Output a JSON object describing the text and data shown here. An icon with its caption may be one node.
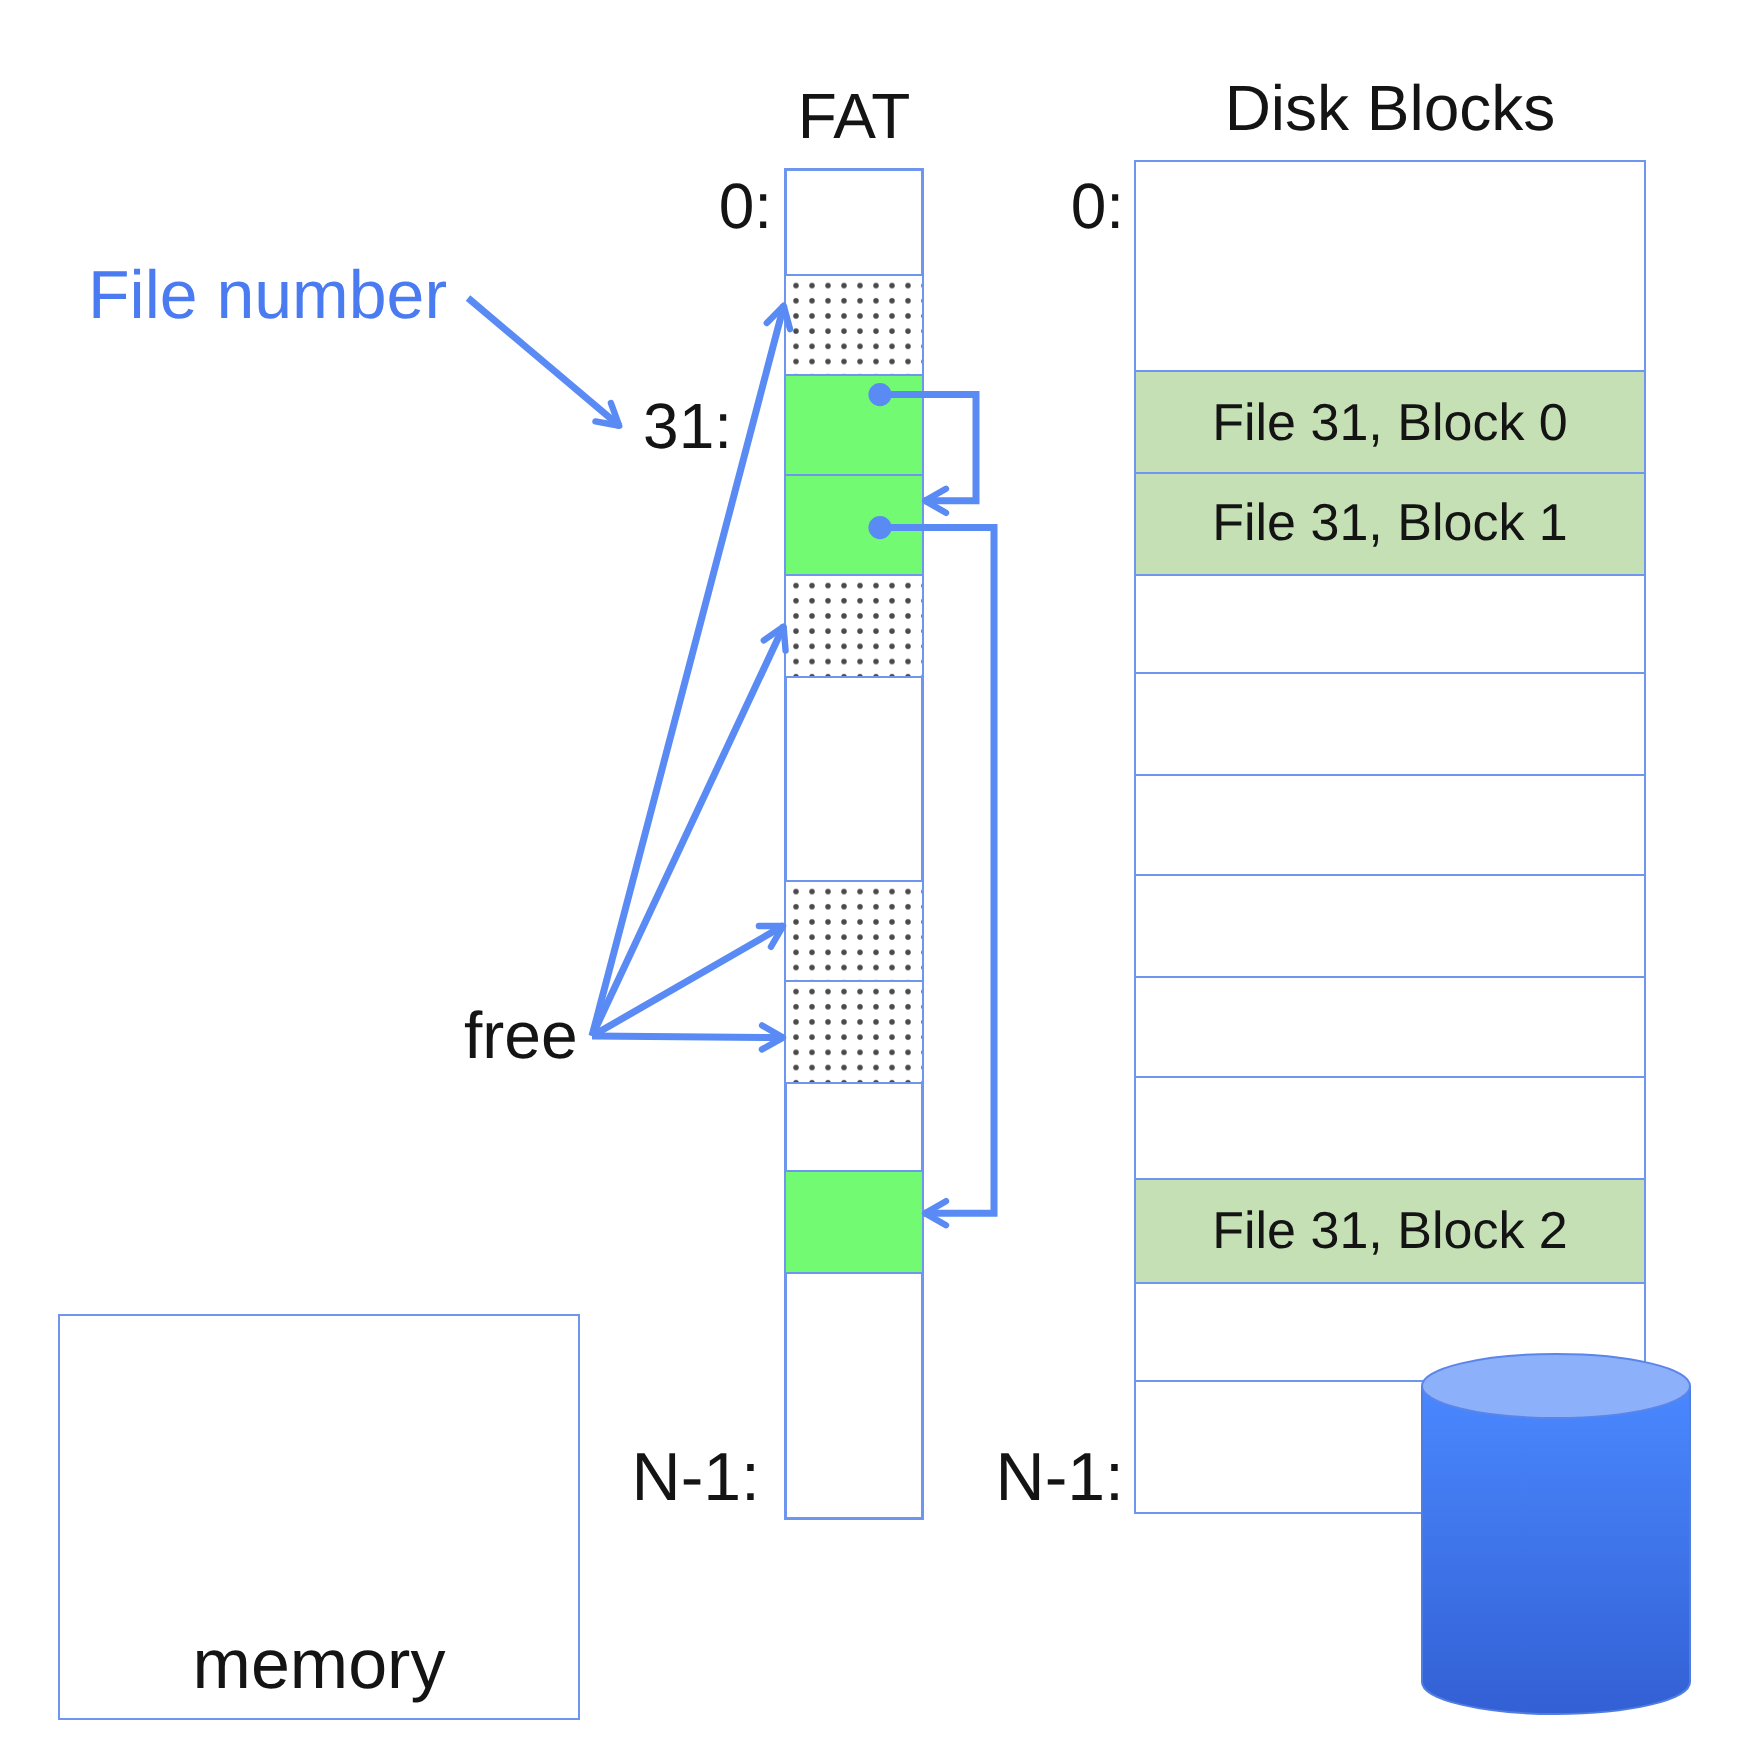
{
  "diagram": {
    "nodes": [
      {
        "text": [
          "File number"
        ]
      },
      {
        "text": [
          "FAT"
        ]
      },
      {
        "text": [],
        "shape": "box",
        "in": 1
      },
      {
        "text": [],
        "shape": "box",
        "in": 1
      },
      {
        "text": [],
        "shape": "box",
        "in": 1
      },
      {
        "text": [],
        "shape": "box",
        "in": 1
      },
      {
        "text": [],
        "shape": "box",
        "in": 1
      },
      {
        "text": [],
        "shape": "box",
        "in": 1
      },
      {
        "text": [],
        "shape": "box",
        "in": 1
      },
      {
        "text": [
          "31:"
        ]
      },
      {
        "text": [
          "free"
        ]
      },
      {
        "text": [
          "Disk Blocks"
        ]
      },
      {
        "text": [],
        "shape": "box",
        "in": 11
      },
      {
        "text": [
          "File 31, Block 0"
        ],
        "in": 11
      },
      {
        "text": [
          "File 31, Block 1"
        ],
        "in": 11
      },
      {
        "text": [],
        "shape": "box",
        "in": 11
      },
      {
        "text": [],
        "shape": "box",
        "in": 11
      },
      {
        "text": [],
        "shape": "box",
        "in": 11
      },
      {
        "text": [],
        "shape": "box",
        "in": 11
      },
      {
        "text": [],
        "shape": "box",
        "in": 11
      },
      {
        "text": [],
        "shape": "box",
        "in": 11
      },
      {
        "text": [
          "File 31, Block 2"
        ],
        "in": 11
      },
      {
        "text": [],
        "shape": "box",
        "in": 11
      },
      {
        "text": [],
        "shape": "box",
        "in": 11
      },
      {
        "text": [
          "memory"
        ]
      },
      {
        "text": [],
        "shape": "cylinder"
      }
    ],
    "edges": [
      {
        "from": 0,
        "to": 9,
        "arrow": "to"
      },
      {
        "from": 10,
        "to": 2,
        "arrow": "to"
      },
      {
        "from": 10,
        "to": 5,
        "arrow": "to"
      },
      {
        "from": 10,
        "to": 6,
        "arrow": "to"
      },
      {
        "from": 10,
        "to": 7,
        "arrow": "to"
      },
      {
        "from": 3,
        "to": 4,
        "arrow": "to"
      },
      {
        "from": 4,
        "to": 8,
        "arrow": "to"
      }
    ],
    "labels": [
      "0:",
      "0:",
      "N-1:",
      "N-1:"
    ]
  }
}
